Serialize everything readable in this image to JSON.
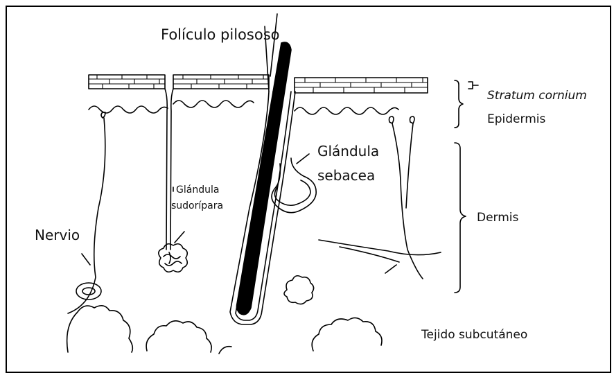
{
  "labels": {
    "foliculo": "Folículo pilososo",
    "stratum": "Stratum cornium",
    "epidermis": "Epidermis",
    "sebacea_line1": "Glándula",
    "sebacea_line2": "sebacea",
    "sudoripara_line1": "Glándula",
    "sudoripara_line2": "sudorípara",
    "dermis": "Dermis",
    "nervio": "Nervio",
    "subcutaneo": "Tejido subcutáneo"
  }
}
